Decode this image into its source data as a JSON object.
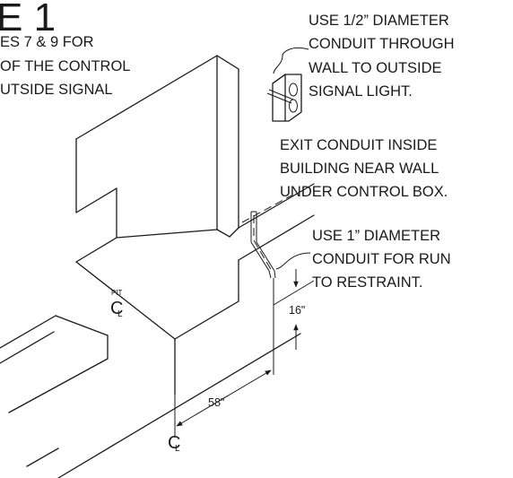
{
  "header": {
    "title_fragment": "E 1"
  },
  "notes": {
    "left_partial": [
      "ES 7 & 9 FOR",
      "OF THE CONTROL",
      "UTSIDE SIGNAL"
    ],
    "signal_light": [
      "USE 1/2” DIAMETER",
      "CONDUIT THROUGH",
      "WALL TO OUTSIDE",
      "SIGNAL LIGHT."
    ],
    "exit_conduit": [
      "EXIT CONDUIT INSIDE",
      "BUILDING NEAR WALL",
      "UNDER CONTROL BOX."
    ],
    "run_conduit": [
      "USE 1” DIAMETER",
      "CONDUIT FOR RUN",
      "TO RESTRAINT."
    ]
  },
  "dimensions": {
    "vertical": "16\"",
    "horizontal": "58\""
  },
  "centerlines": {
    "pit_tag": "PIT",
    "symbol_c": "C",
    "symbol_l": "L"
  }
}
